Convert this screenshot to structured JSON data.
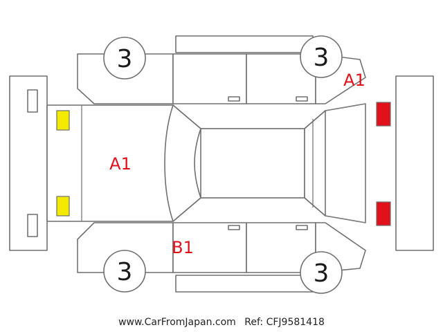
{
  "tires": {
    "front_left": "3",
    "front_right": "3",
    "rear_left": "3",
    "rear_right": "3"
  },
  "damage_labels": {
    "hood": "A1",
    "right_rear_corner": "A1",
    "left_front_sill": "B1"
  },
  "light_status": {
    "front_lights": {
      "status": "yellow",
      "color": "#f4ea00"
    },
    "rear_lights": {
      "status": "red",
      "color": "#e0111b"
    }
  },
  "footer": {
    "site": "www.CarFromJapan.com",
    "ref": "Ref: CFJ9581418"
  }
}
